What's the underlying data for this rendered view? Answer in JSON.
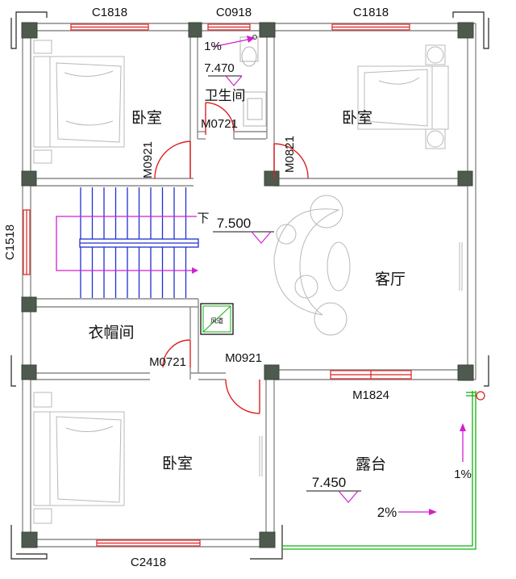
{
  "colors": {
    "wall": "#8a8a8a",
    "column": "#4d5a4d",
    "window": "#e02020",
    "door": "#e02020",
    "stair": "#1f2fd0",
    "magenta": "#d020d0",
    "green": "#12b012",
    "furniture": "#b8b8b8",
    "text": "#111111"
  },
  "rooms": {
    "bedroom_nw": "卧室",
    "bathroom": "卫生间",
    "bedroom_ne": "卧室",
    "living_room": "客厅",
    "cloakroom": "衣帽间",
    "bedroom_sw": "卧室",
    "terrace": "露台"
  },
  "windows": {
    "c1818_left": "C1818",
    "c0918": "C0918",
    "c1818_right": "C1818",
    "c1518": "C1518",
    "c2418": "C2418",
    "m1824": "M1824"
  },
  "doors": {
    "m0721_bath": "M0721",
    "m0921_left": "M0921",
    "m0821": "M0821",
    "m0721_cloak": "M0721",
    "m0921_terrace": "M0921"
  },
  "elevations": {
    "bath_slope": "1%",
    "bath_level": "7.470",
    "stair_down": "下",
    "floor_level": "7.500",
    "terrace_level": "7.450",
    "terrace_slope_down": "1%",
    "terrace_slope": "2%"
  },
  "shaft_label": "风道"
}
